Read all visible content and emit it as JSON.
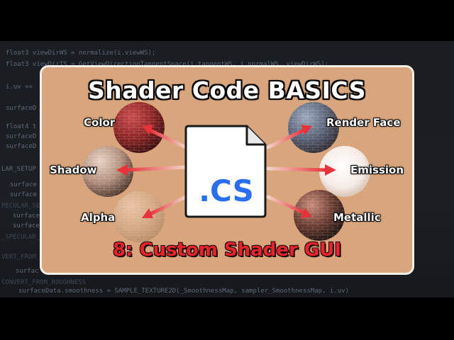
{
  "background_code": [
    "float3 viewDirWS = normalize(i.viewWS);",
    "float3 viewDirTS = GetViewDirectionTangentSpace(i.tangentWS, i.normalWS, viewDirWS);",
    "i.uv +=",
    "surfaceD",
    "float4 t",
    "surfaceD",
    "surfaceD",
    "LAR_SETUP",
    "surface",
    "surface",
    "PECULAR_SE",
    "surface",
    "surface",
    "_SPECULAR_S",
    "VERT_FROM_R",
    "surfac",
    "CONVERT_FROM_ROUGHNESS",
    "surfaceData.smoothness = SAMPLE_TEXTURE2D(_SmoothnessMap, sampler_SmoothnessMap, i.uv)"
  ],
  "title": "Shader Code BASICS",
  "subtitle": "8: Custom Shader GUI",
  "file_label": ".CS",
  "features_left": [
    "Color",
    "Shadow",
    "Alpha"
  ],
  "features_right": [
    "Render Face",
    "Emission",
    "Metallic"
  ],
  "colors": {
    "card": "#d8a57c",
    "arrow": "#e8323a",
    "subtitle": "#e8232b",
    "file_text": "#2a6ff2"
  }
}
